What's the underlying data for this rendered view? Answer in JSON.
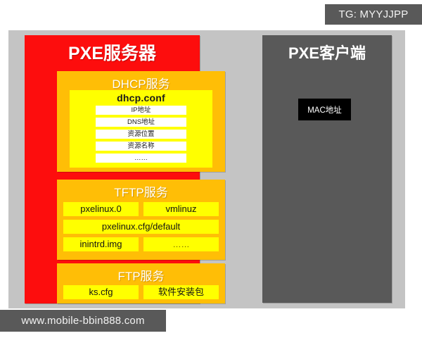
{
  "watermarks": {
    "top_right": "TG: MYYJJPP",
    "bottom_left": "www.mobile-bbin888.com"
  },
  "diagram": {
    "server": {
      "title": "PXE服务器",
      "color": "#fd0d0d",
      "services": [
        {
          "name": "dhcp",
          "title": "DHCP服务",
          "color": "#ffbe06",
          "config_file": "dhcp.conf",
          "fields": [
            "IP地址",
            "DNS地址",
            "资源位置",
            "资源名称",
            "……"
          ]
        },
        {
          "name": "tftp",
          "title": "TFTP服务",
          "color": "#ffbe06",
          "rows": [
            [
              "pxelinux.0",
              "vmlinuz"
            ],
            [
              "pxelinux.cfg/default"
            ],
            [
              "inintrd.img",
              "……"
            ]
          ]
        },
        {
          "name": "ftp",
          "title": "FTP服务",
          "color": "#ffbe06",
          "rows": [
            [
              "ks.cfg",
              "软件安装包"
            ]
          ]
        }
      ]
    },
    "client": {
      "title": "PXE客户端",
      "color": "#595959",
      "mac_label": "MAC地址"
    },
    "canvas_color": "#c4c4c4"
  }
}
